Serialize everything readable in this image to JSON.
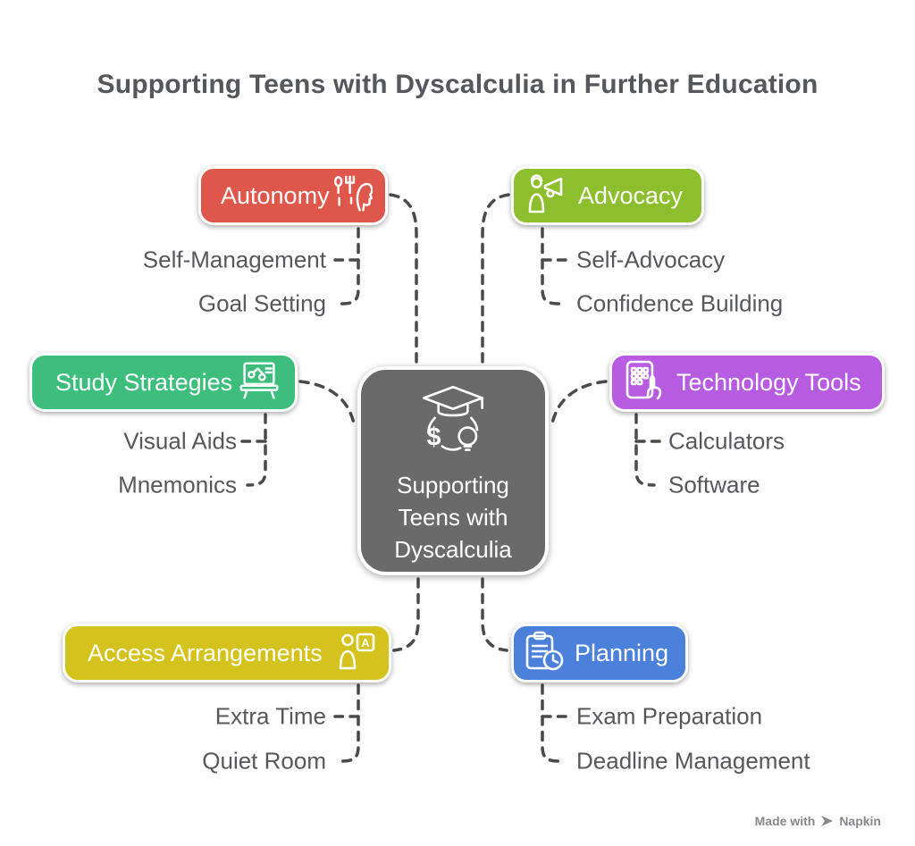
{
  "title": "Supporting Teens with Dyscalculia in Further Education",
  "center": {
    "icon": "graduation-cap-dollar-bulb-icon",
    "color": "#6A6A6A",
    "lines": [
      "Supporting",
      "Teens with",
      "Dyscalculia"
    ]
  },
  "glyphs": {
    "dollar": "$",
    "letter_a": "A"
  },
  "connector_color": "#4A4A4A",
  "branches": [
    {
      "id": "autonomy",
      "label": "Autonomy",
      "color": "#DF574A",
      "icon": "head-with-cutlery-icon",
      "children": [
        "Self-Management",
        "Goal Setting"
      ]
    },
    {
      "id": "advocacy",
      "label": "Advocacy",
      "color": "#8CBE2D",
      "icon": "person-megaphone-icon",
      "children": [
        "Self-Advocacy",
        "Confidence Building"
      ]
    },
    {
      "id": "study-strategies",
      "label": "Study Strategies",
      "color": "#3EBE7D",
      "icon": "whiteboard-chart-icon",
      "children": [
        "Visual Aids",
        "Mnemonics"
      ]
    },
    {
      "id": "technology-tools",
      "label": "Technology Tools",
      "color": "#B75CE1",
      "icon": "calculator-hand-icon",
      "children": [
        "Calculators",
        "Software"
      ]
    },
    {
      "id": "access-arrangements",
      "label": "Access Arrangements",
      "color": "#D5C31D",
      "icon": "person-letter-board-icon",
      "children": [
        "Extra Time",
        "Quiet Room"
      ]
    },
    {
      "id": "planning",
      "label": "Planning",
      "color": "#4B80DB",
      "icon": "clipboard-clock-icon",
      "children": [
        "Exam Preparation",
        "Deadline Management"
      ]
    }
  ],
  "footer": {
    "made_with": "Made with",
    "brand": "Napkin"
  }
}
